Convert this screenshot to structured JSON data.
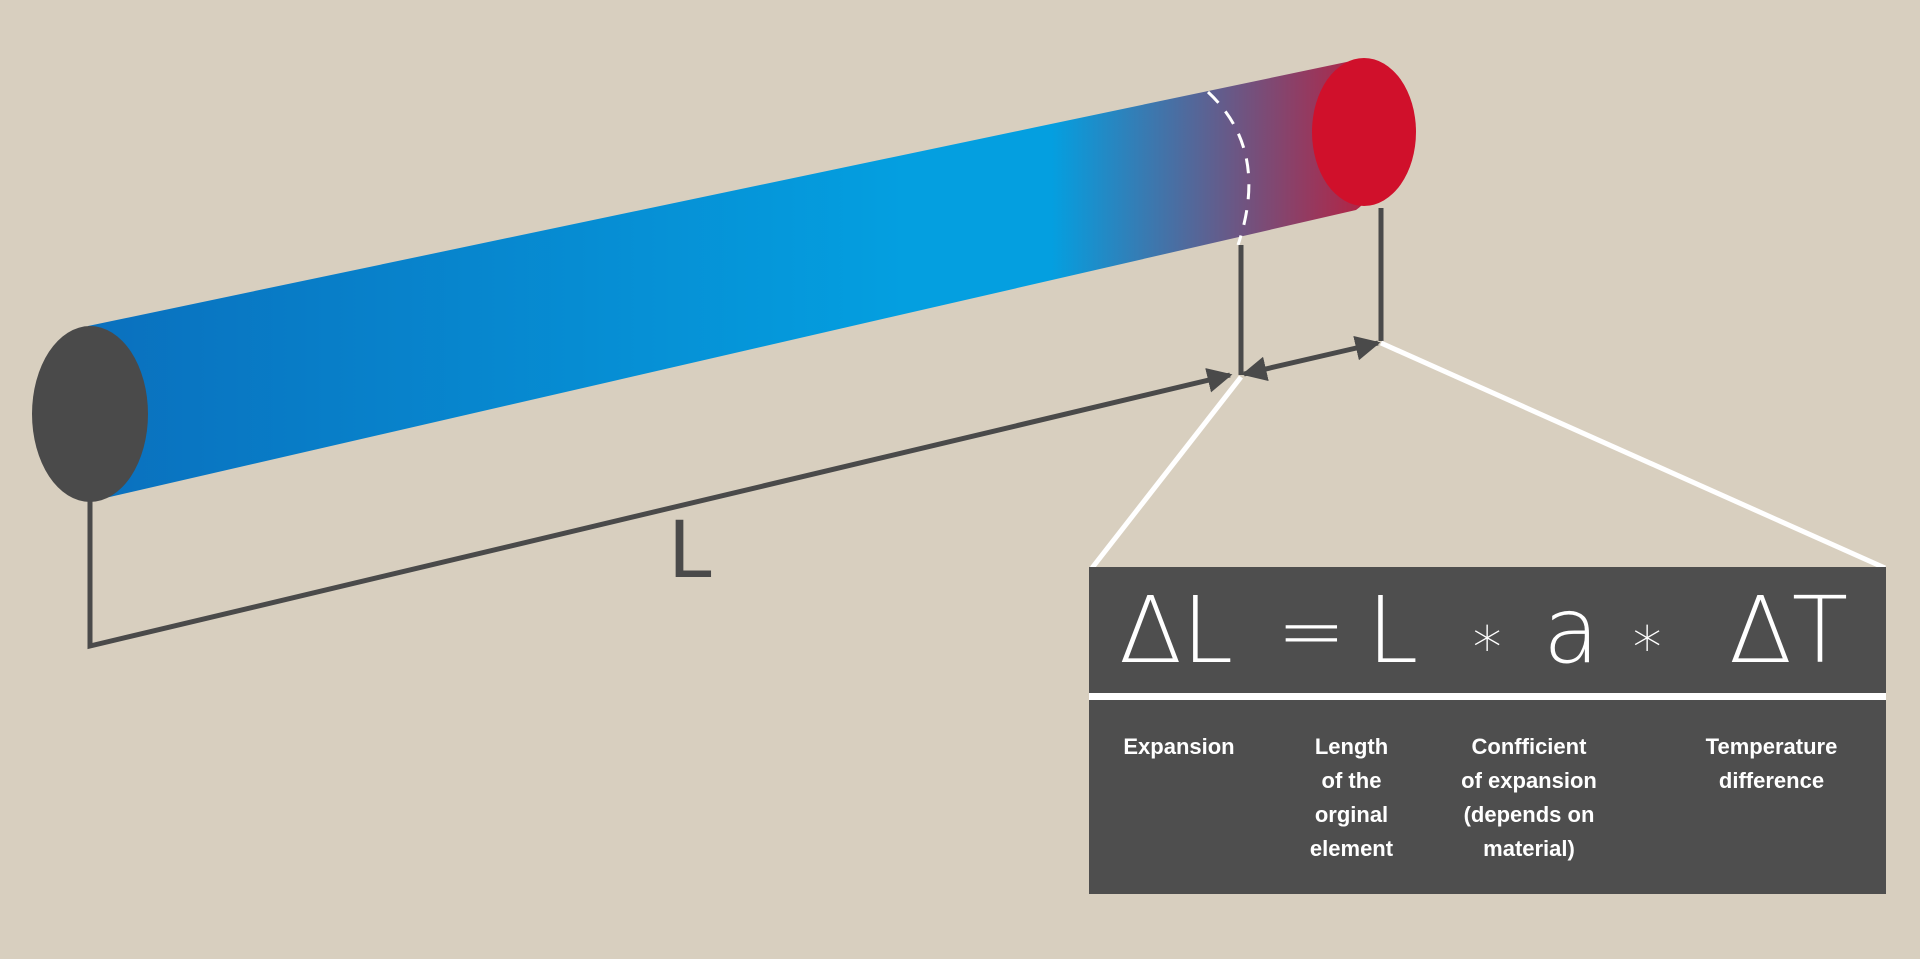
{
  "diagram": {
    "length_label": "L",
    "colors": {
      "background": "#d8cfbf",
      "rod_cold": "#0a6fbd",
      "rod_mid": "#049fe0",
      "rod_hot": "#d0102b",
      "rod_end_cap": "#4a4a4a",
      "dimension_lines": "#4a4a4a",
      "callout_lines": "#ffffff",
      "formula_box": "#4e4e4e",
      "formula_text": "#ffffff"
    }
  },
  "formula": {
    "symbols": {
      "delta_l": "ΔL",
      "equals": "=",
      "length": "L",
      "multiply_1": "∗",
      "alpha": "a",
      "multiply_2": "∗",
      "delta_t": "ΔT"
    },
    "terms": [
      {
        "label": "Expansion"
      },
      {
        "label": "Length\nof the\norginal\nelement"
      },
      {
        "label": "Confficient\nof expansion\n(depends on\nmaterial)"
      },
      {
        "label": "Temperature\ndifference"
      }
    ]
  }
}
